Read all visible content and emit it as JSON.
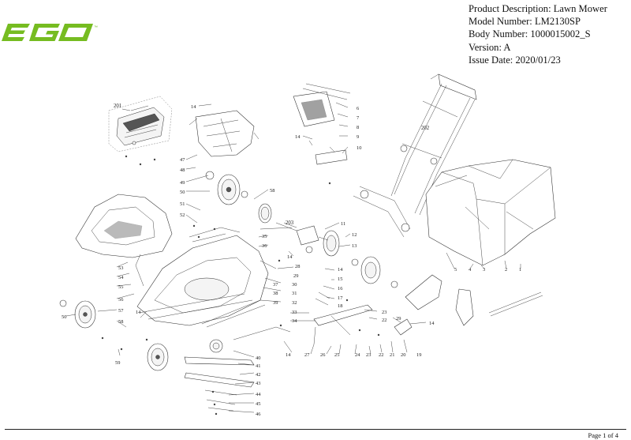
{
  "brand": {
    "logo_text": "EGO",
    "trademark": "™",
    "color": "#76bc21"
  },
  "header": {
    "product_description": "Product Description: Lawn Mower",
    "model_number": "Model Number: LM2130SP",
    "body_number": "Body Number: 1000015002_S",
    "version": "Version: A",
    "issue_date": "Issue Date: 2020/01/23"
  },
  "footer": {
    "page": "Page 1 of 4"
  },
  "callouts": {
    "c201": "201",
    "c202": "202",
    "c203": "203",
    "c1": "1",
    "c2": "2",
    "c3": "3",
    "c4": "4",
    "c5": "5",
    "c6": "6",
    "c7": "7",
    "c8": "8",
    "c9": "9",
    "c10": "10",
    "c11": "11",
    "c12": "12",
    "c13": "13",
    "c14a": "14",
    "c14b": "14",
    "c14c": "14",
    "c14d": "14",
    "c14e": "14",
    "c14f": "14",
    "c14g": "14",
    "c15": "15",
    "c16": "16",
    "c17": "17",
    "c18": "18",
    "c19": "19",
    "c20": "20",
    "c21": "21",
    "c22a": "22",
    "c22b": "22",
    "c23a": "23",
    "c23b": "23",
    "c24": "24",
    "c25": "25",
    "c26": "26",
    "c27": "27",
    "c28": "28",
    "c29a": "29",
    "c29b": "29",
    "c30": "30",
    "c31": "31",
    "c32": "32",
    "c33": "33",
    "c34": "34",
    "c35": "35",
    "c36": "36",
    "c37": "37",
    "c38": "38",
    "c39": "39",
    "c40": "40",
    "c41": "41",
    "c42": "42",
    "c43": "43",
    "c44": "44",
    "c45": "45",
    "c46": "46",
    "c47": "47",
    "c48": "48",
    "c49": "49",
    "c50a": "50",
    "c50b": "50",
    "c51": "51",
    "c52": "52",
    "c53": "53",
    "c54": "54",
    "c55": "55",
    "c56": "56",
    "c57": "57",
    "c58a": "58",
    "c58b": "58",
    "c59": "59"
  }
}
